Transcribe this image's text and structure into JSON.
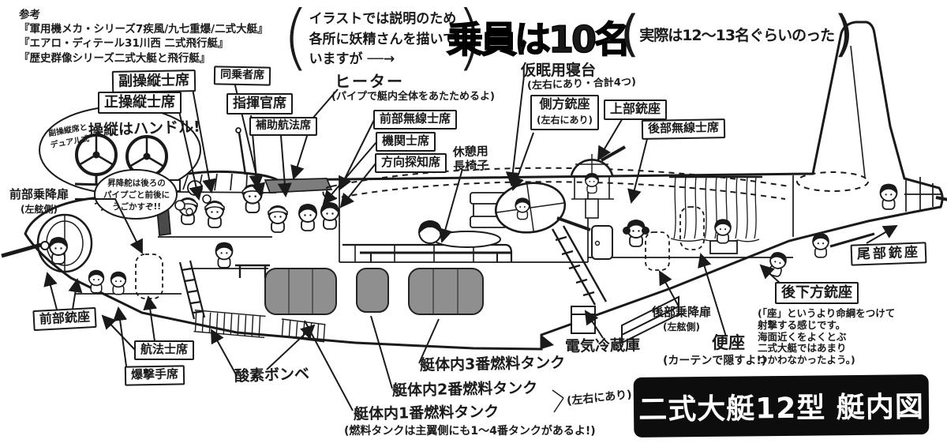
{
  "references": {
    "heading": "参考",
    "book1": "『軍用機メカ・シリーズ7疾風/九七重爆/二式大艇』",
    "book2": "『エアロ・ディテール31川西 二式飛行艇』",
    "book3": "『歴史群像シリーズ二式大艇と飛行艇』"
  },
  "header": {
    "note": "イラストでは説明のため\n各所に妖精さんを描いて\nいますが ──→",
    "title": "乗員は10名",
    "title_note": "実際は12〜13名ぐらいのった"
  },
  "bubbles": {
    "controls_sub": "副操縦席と\nデュアル式",
    "controls_main": "操縦はハンドル!",
    "elevator": "昇降舵は後ろの\nパイプごと前後に\nうごかすぞ!!"
  },
  "labels": {
    "copilot_seat": "副操縦士席",
    "pilot_seat": "正操縦士席",
    "passenger_seat": "同乗者席",
    "commander_seat": "指揮官席",
    "aux_nav_seat": "補助航法席",
    "heater": "ヒーター",
    "heater_note": "(パイプで艇内全体をあたためるよ)",
    "front_radio_seat": "前部無線士席",
    "engineer_seat": "機関士席",
    "direction_finder_seat": "方向探知席",
    "rest_bench": "休憩用\n長椅子",
    "nap_bunks": "仮眠用寝台",
    "nap_bunks_note": "(左右にあり・合計4つ)",
    "side_gun": "側方銃座",
    "side_gun_note": "(左右にあり)",
    "top_gun": "上部銃座",
    "rear_radio_seat": "後部無線士席",
    "tail_gun": "尾部銃座",
    "rear_lower_gun": "後下方銃座",
    "rear_lower_gun_note": "(「座」というより命綱をつけて\n射撃する感じです。\n海面近くをよくとぶ\n二式大艇ではあまり\nつかわなかったよう。)",
    "front_door": "前部乗降扉",
    "front_door_note": "(左舷側)",
    "front_gun": "前部銃座",
    "navigator_seat": "航法士席",
    "bombardier_seat": "爆撃手席",
    "oxygen": "酸素ボンベ",
    "fuel_tank3": "艇体内3番燃料タンク",
    "fuel_tank2": "艇体内2番燃料タンク",
    "fuel_tank1": "艇体内1番燃料タンク",
    "fuel_tank_note": "(燃料タンクは主翼側にも1〜4番タンクがあるよ!)",
    "fuel_tank_sides": "(左右にあり)",
    "fridge": "電気冷蔵庫",
    "rear_door": "後部乗降扉",
    "rear_door_note": "(左舷側)",
    "toilet": "便座",
    "toilet_note": "(カーテンで隠すよ!)"
  },
  "banner": {
    "title": "二式大艇12型 艇内図"
  },
  "colors": {
    "ink": "#1a1a1a",
    "tank_gray": "#8f8f8f",
    "banner_bg": "#0d0d0d"
  }
}
